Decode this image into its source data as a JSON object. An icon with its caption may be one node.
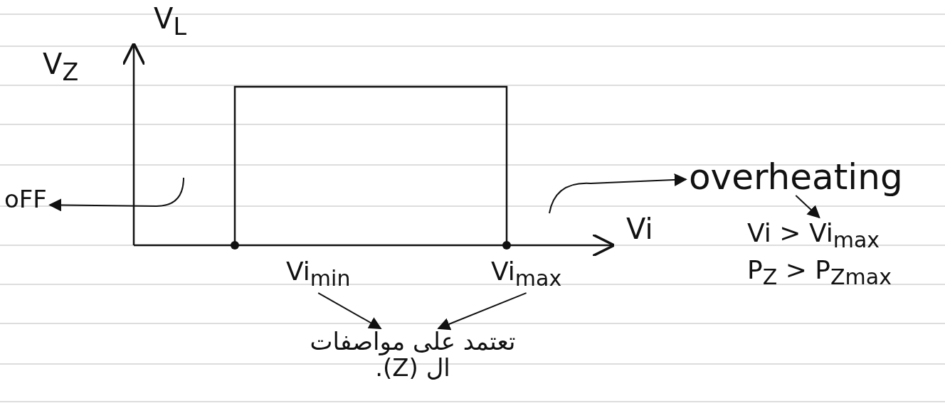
{
  "diagram": {
    "nodes": [
      {
        "text": [
          "oFF"
        ]
      },
      {
        "text": [
          "overheating"
        ]
      },
      {
        "text": [
          "Vi > Vi$_{max}$",
          "P$_{Z}$ > P$_{Zmax}$"
        ]
      },
      {
        "text": [
          "Vi$_{min}$"
        ]
      },
      {
        "text": [
          "Vi$_{max}$"
        ]
      },
      {
        "text": [
          "تعتمد على مواصفات ال (Z)."
        ]
      }
    ],
    "edges": [
      {
        "from": null,
        "to": 0,
        "arrow": "to"
      },
      {
        "from": null,
        "to": 1,
        "arrow": "to"
      },
      {
        "from": 1,
        "to": 2,
        "arrow": "to"
      },
      {
        "from": 3,
        "to": 5,
        "arrow": "to"
      },
      {
        "from": 4,
        "to": 5,
        "arrow": "to"
      }
    ],
    "labels": [
      "V$_{L}$",
      "V$_{Z}$",
      "Vi"
    ]
  }
}
